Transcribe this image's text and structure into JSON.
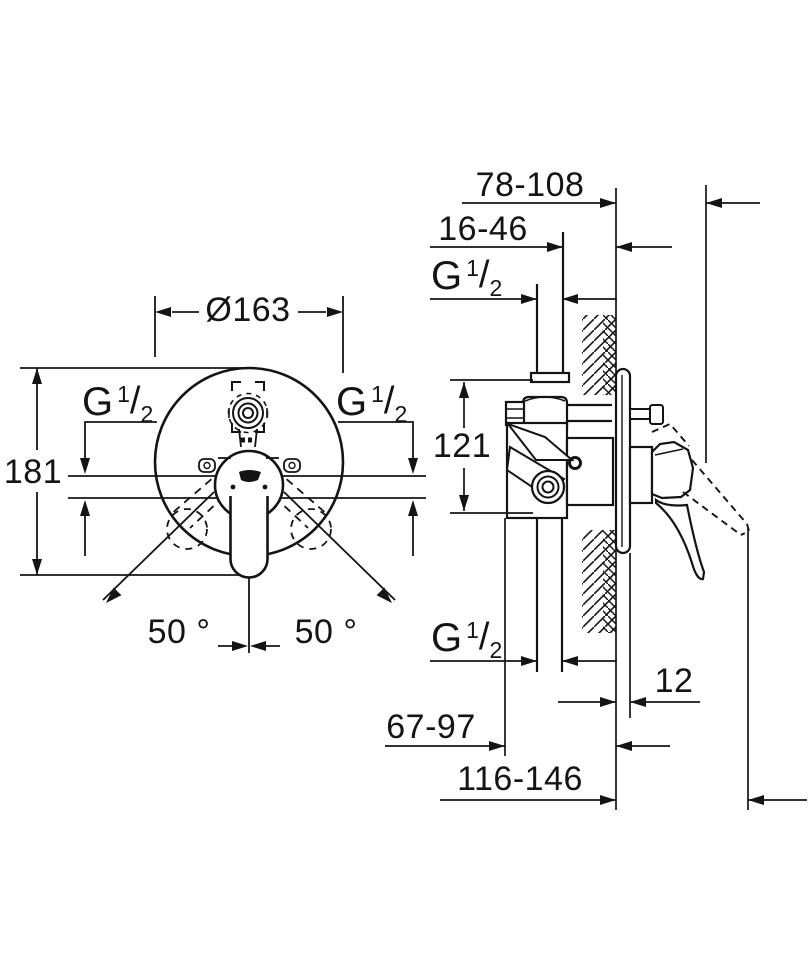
{
  "dimensions": {
    "front_diameter": "Ø163",
    "front_height": "181",
    "swing_angle_left": "50 °",
    "swing_angle_right": "50 °",
    "wall_distance_top": "78-108",
    "rough_in_depth": "16-46",
    "port_spacing": "121",
    "plate_offset": "12",
    "body_to_wall": "67-97",
    "lever_projection": "116-146"
  },
  "thread_label": {
    "base": "G",
    "sup": "1",
    "slash": "/",
    "sub": "2"
  }
}
